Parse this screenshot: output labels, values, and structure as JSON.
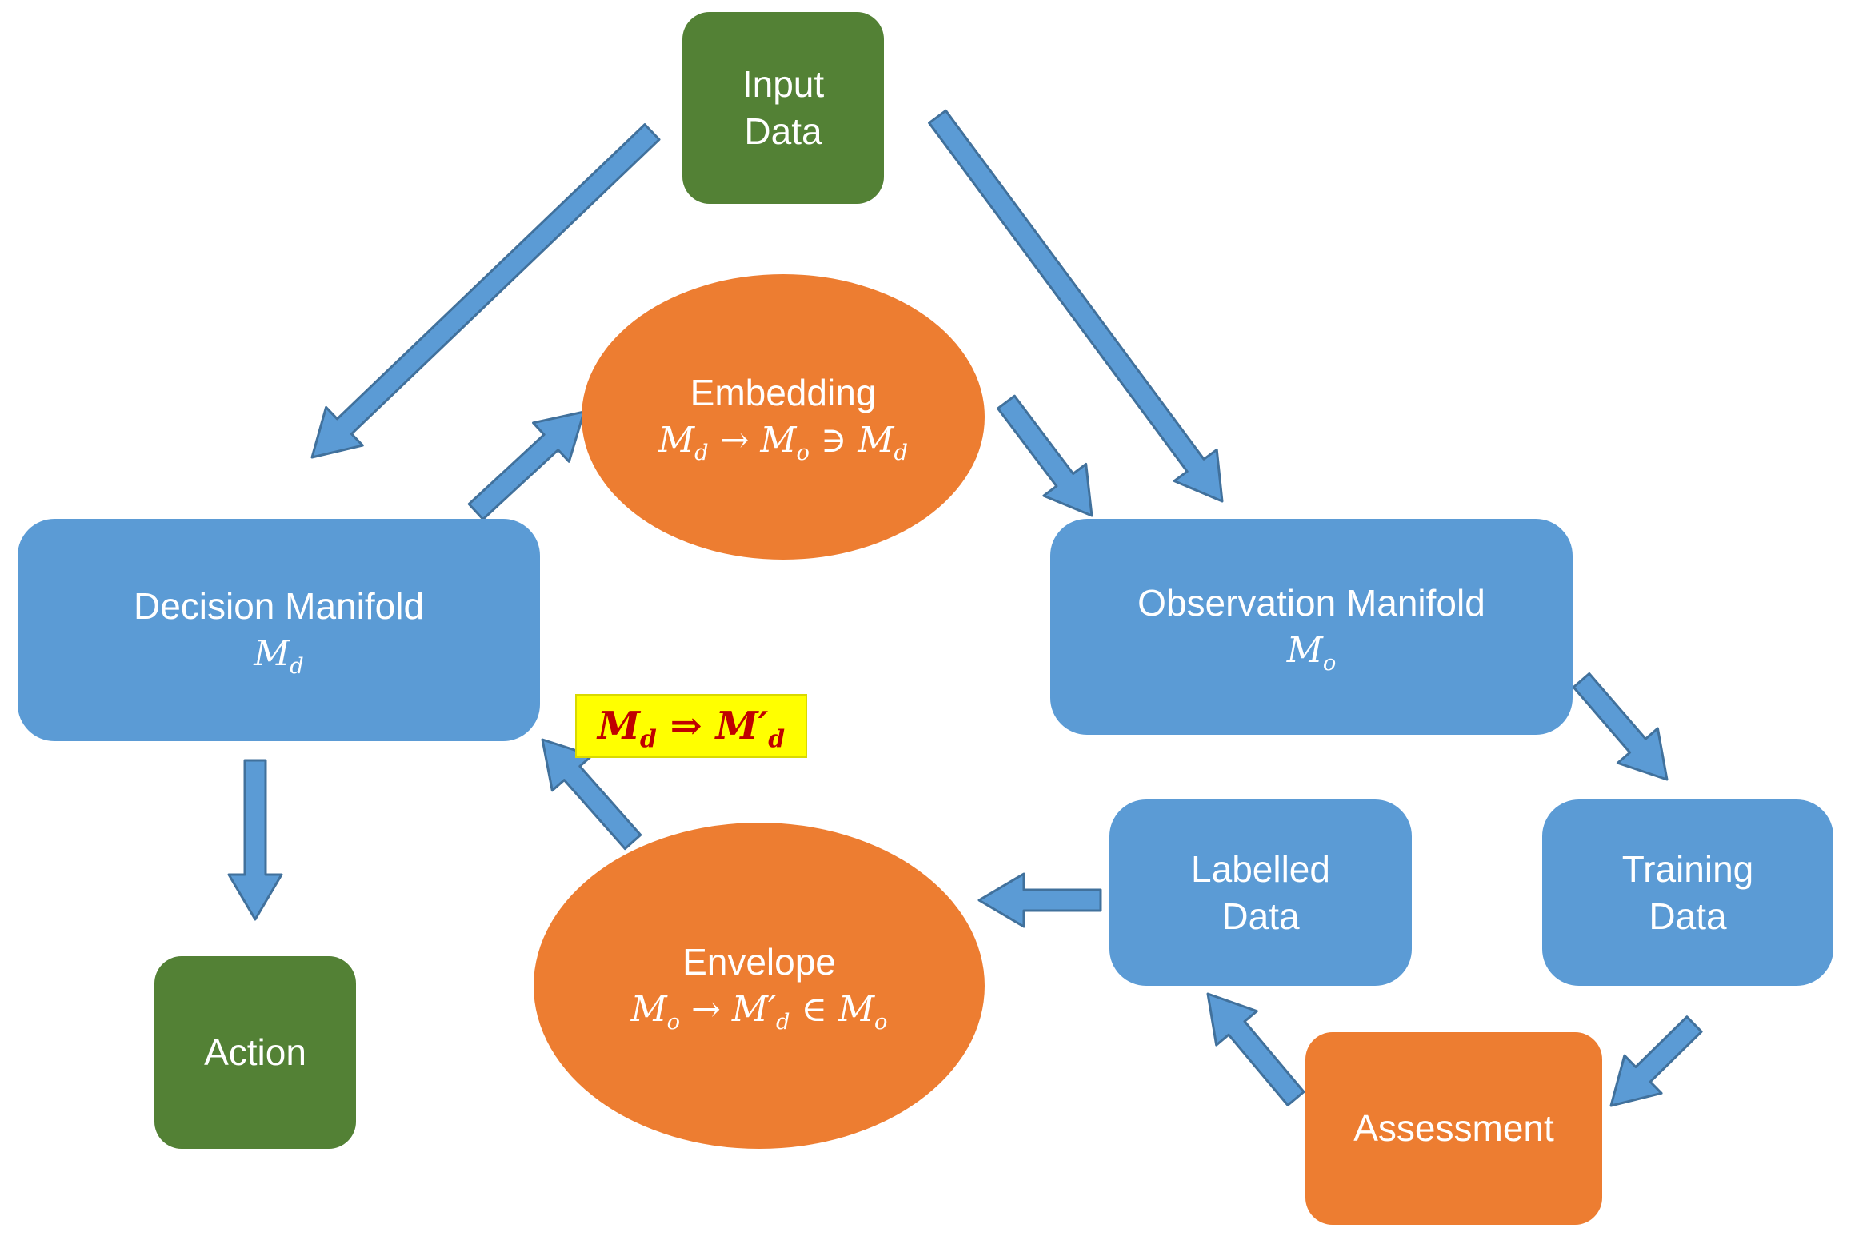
{
  "colors": {
    "green": "#538135",
    "blue": "#5B9BD5",
    "orange": "#ED7D31",
    "arrow_fill": "#5B9BD5",
    "arrow_stroke": "#41719C",
    "highlight_bg": "#FFFF00",
    "highlight_text": "#C00000"
  },
  "diagram": {
    "nodes": {
      "input_data": {
        "lines": [
          "Input",
          "Data"
        ]
      },
      "embedding": {
        "title": "Embedding",
        "math_html": "M<sub>d</sub> → M<sub>o</sub> ∋ M<sub>d</sub>"
      },
      "decision_manifold": {
        "title": "Decision Manifold",
        "math_html": "M<sub>d</sub>"
      },
      "observation_manifold": {
        "title": "Observation Manifold",
        "math_html": "M<sub>o</sub>"
      },
      "labelled_data": {
        "lines": [
          "Labelled",
          "Data"
        ]
      },
      "training_data": {
        "lines": [
          "Training",
          "Data"
        ]
      },
      "action": {
        "label": "Action"
      },
      "assessment": {
        "label": "Assessment"
      },
      "envelope": {
        "title": "Envelope",
        "math_html": "M<sub>o</sub> → M′<sub>d</sub> ∈ M<sub>o</sub>"
      },
      "update_rule": {
        "math_html": "M<sub>d</sub> ⇒ M′<sub>d</sub>"
      }
    },
    "edges": [
      {
        "from": "input-data",
        "to": "decision-manifold"
      },
      {
        "from": "decision-manifold",
        "to": "embedding"
      },
      {
        "from": "embedding",
        "to": "observation-manifold"
      },
      {
        "from": "input-data",
        "to": "observation-manifold"
      },
      {
        "from": "observation-manifold",
        "to": "training-data"
      },
      {
        "from": "training-data",
        "to": "assessment"
      },
      {
        "from": "assessment",
        "to": "labelled-data"
      },
      {
        "from": "labelled-data",
        "to": "envelope"
      },
      {
        "from": "envelope",
        "to": "decision-manifold"
      },
      {
        "from": "decision-manifold",
        "to": "action"
      }
    ]
  }
}
